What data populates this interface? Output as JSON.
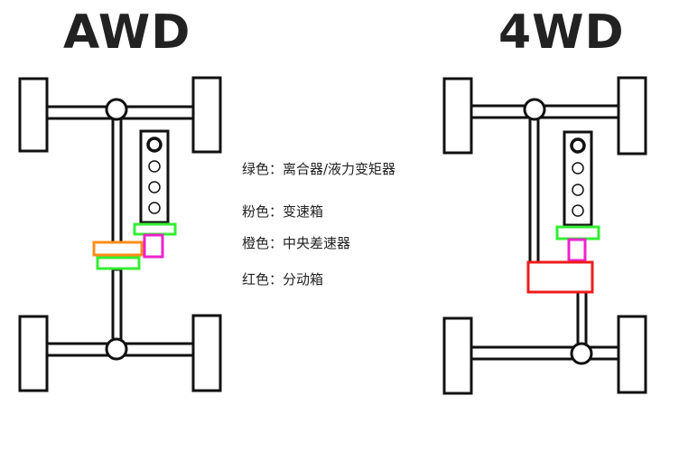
{
  "awd": {
    "title": "AWD"
  },
  "fwd4": {
    "title": "4WD"
  },
  "legend": [
    {
      "label": "绿色：离合器/液力变矩器",
      "color": "#33ee33"
    },
    {
      "label": "粉色：变速箱",
      "color": "#ee22cc"
    },
    {
      "label": "橙色：中央差速器",
      "color": "#ff8c1a"
    },
    {
      "label": "红色：分动箱",
      "color": "#ee1c1c"
    }
  ],
  "colors": {
    "outline": "#111111",
    "clutch": "#33ee33",
    "gearbox": "#ee22cc",
    "center_diff": "#ff8c1a",
    "transfer_case": "#ee1c1c"
  }
}
